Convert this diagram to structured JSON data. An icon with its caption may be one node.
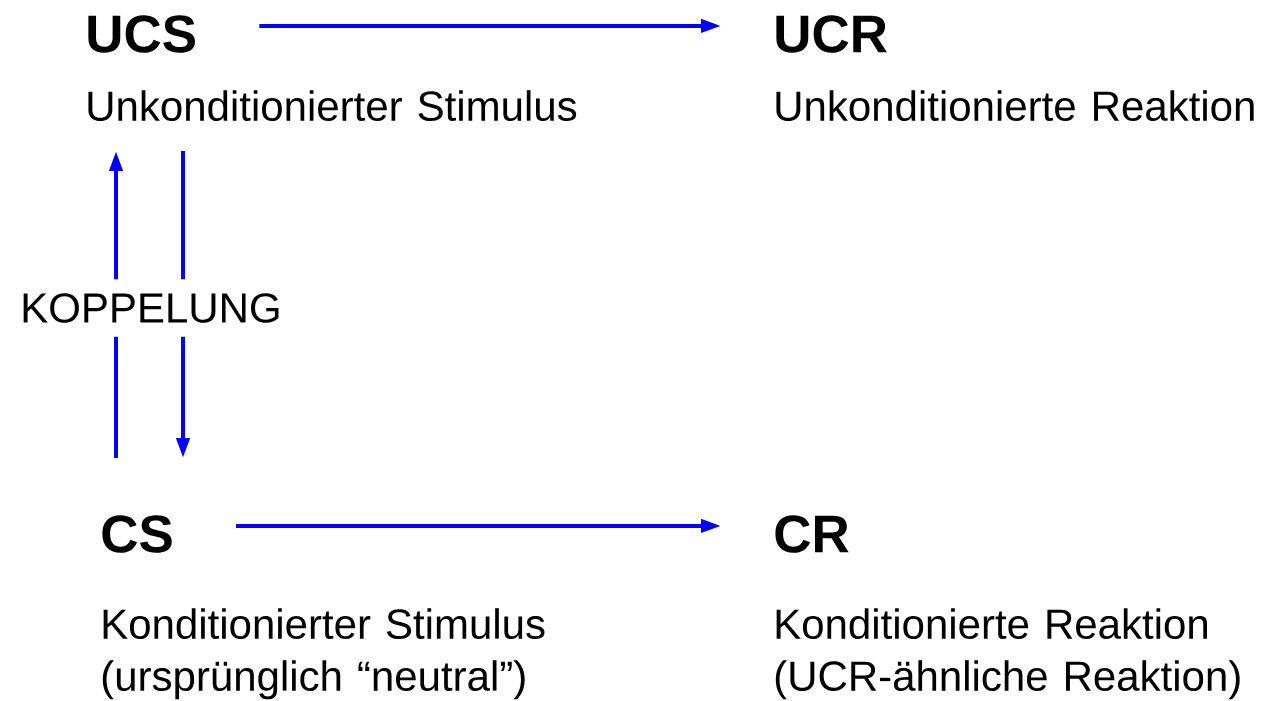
{
  "diagram": {
    "nodes": [
      {
        "text": [
          "UCS"
        ],
        "beside": [
          "Unkonditionierter Stimulus"
        ]
      },
      {
        "text": [
          "UCR"
        ],
        "beside": [
          "Unkonditionierte Reaktion"
        ]
      },
      {
        "text": [
          "CS"
        ],
        "beside": [
          "Konditionierter Stimulus (ursprünglich “neutral”)"
        ]
      },
      {
        "text": [
          "CR"
        ],
        "beside": [
          "Konditionierte Reaktion (UCR-ähnliche Reaktion)"
        ]
      }
    ],
    "edges": [
      {
        "from": 0,
        "to": 1,
        "arrow": "to"
      },
      {
        "from": 2,
        "to": 3,
        "arrow": "to"
      },
      {
        "from": 2,
        "to": 0,
        "arrow": "to"
      },
      {
        "from": 0,
        "to": 2,
        "arrow": "to"
      }
    ],
    "labels": [
      "KOPPELUNG"
    ]
  }
}
